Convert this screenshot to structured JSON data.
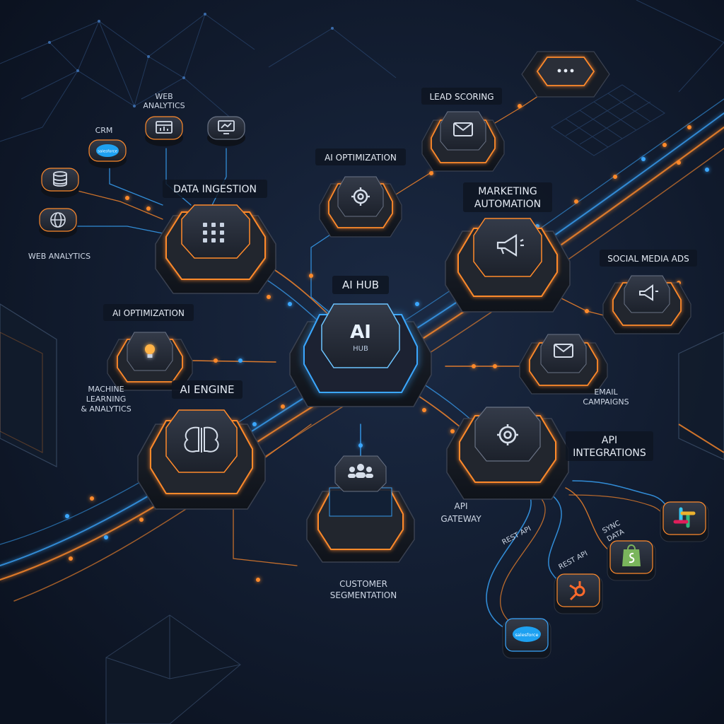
{
  "colors": {
    "background": "#0b1220",
    "background_glow": "#1b2a44",
    "node_body": "#1a1f2a",
    "node_top": "#2a303c",
    "accent_orange": "#ff8a2b",
    "accent_blue": "#3aa7ff",
    "label_text": "#e6ecf5",
    "label_bg": "#0e1522"
  },
  "nodes": {
    "data_ingestion": {
      "label": "DATA INGESTION",
      "icon": "grid-dots-icon"
    },
    "ai_hub": {
      "label": "AI HUB",
      "title": "AI",
      "sub": "HUB",
      "icon": "ai-chip-icon"
    },
    "ai_engine": {
      "label": "AI ENGINE",
      "icon": "brain-icon"
    },
    "ai_optimization_top": {
      "label": "AI OPTIMIZATION",
      "icon": "gear-icon"
    },
    "ai_optimization_left": {
      "label": "AI OPTIMIZATION",
      "icon": "lightbulb-icon"
    },
    "machine_learning": {
      "lines": [
        "MACHINE",
        "LEARNING",
        "& ANALYTICS"
      ]
    },
    "lead_scoring": {
      "label": "LEAD SCORING",
      "icon": "envelope-icon"
    },
    "chat_node": {
      "icon": "chat-bubble-icon"
    },
    "marketing_automation": {
      "lines": [
        "MARKETING",
        "AUTOMATION"
      ],
      "icon": "megaphone-icon"
    },
    "social_media_ads": {
      "label": "SOCIAL MEDIA ADS",
      "icon": "megaphone-icon"
    },
    "email_campaigns": {
      "lines": [
        "EMAIL",
        "CAMPAIGNS"
      ],
      "icon": "envelope-icon"
    },
    "api_integrations": {
      "lines": [
        "API",
        "INTEGRATIONS"
      ],
      "icon": "gear-icon"
    },
    "api_gateway": {
      "lines": [
        "API",
        "GATEWAY"
      ]
    },
    "customer_segmentation": {
      "lines": [
        "CUSTOMER",
        "SEGMENTATION"
      ],
      "icon": "users-icon"
    }
  },
  "sources": {
    "crm": {
      "label": "CRM",
      "logo": "salesforce"
    },
    "web_analytics_top": {
      "lines": [
        "WEB",
        "ANALYTICS"
      ],
      "icon": "browser-chart-icon"
    },
    "monitor": {
      "icon": "monitor-chart-icon"
    },
    "database": {
      "icon": "database-icon"
    },
    "web_analytics_left": {
      "label": "WEB ANALYTICS",
      "icon": "globe-icon"
    }
  },
  "integrations": {
    "rest_api_1": {
      "label": "REST API"
    },
    "rest_api_2": {
      "label": "REST API"
    },
    "sync_data": {
      "lines": [
        "SYNC",
        "DATA"
      ]
    },
    "salesforce": {
      "logo": "salesforce"
    },
    "hubspot": {
      "icon": "hubspot-icon"
    },
    "shopify": {
      "icon": "shopify-bag-icon"
    },
    "slack": {
      "icon": "slack-icon"
    }
  },
  "chip_text": {
    "salesforce": "salesforce"
  }
}
